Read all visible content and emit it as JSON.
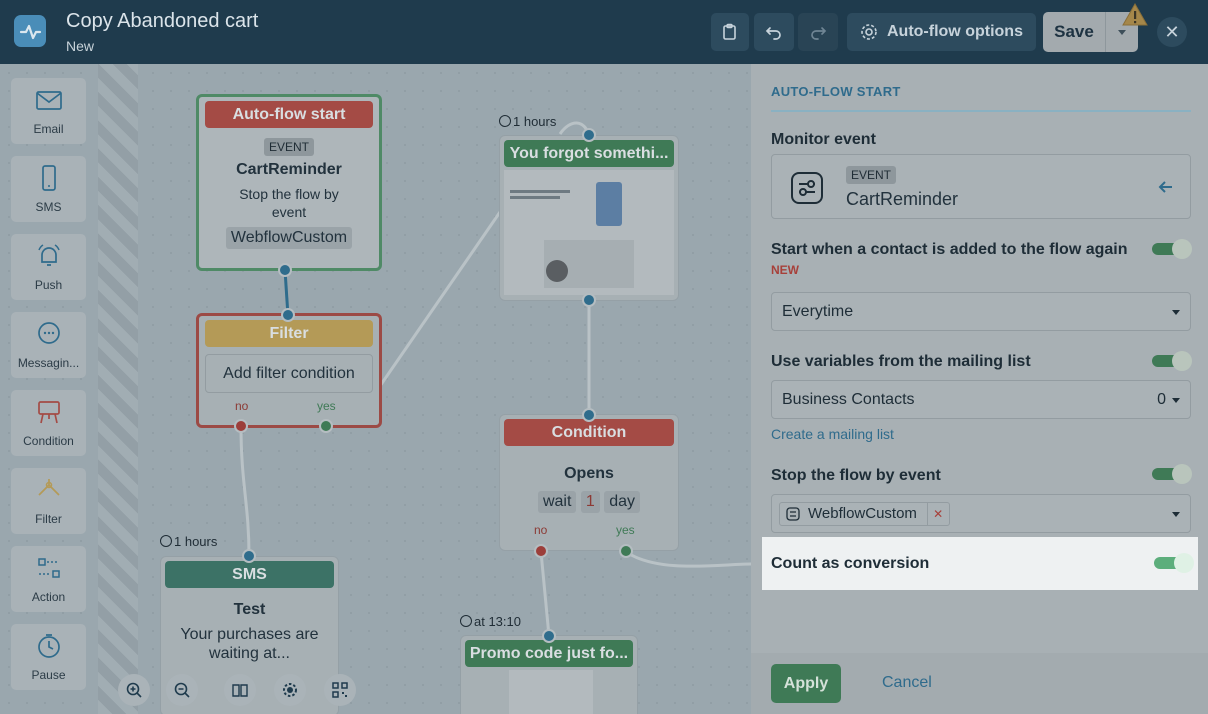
{
  "header": {
    "title": "Copy Abandoned cart",
    "subtitle": "New",
    "autoflow_options_label": "Auto-flow options",
    "save_label": "Save"
  },
  "toolbox": [
    {
      "label": "Email",
      "icon": "email-icon"
    },
    {
      "label": "SMS",
      "icon": "phone-icon"
    },
    {
      "label": "Push",
      "icon": "bell-icon"
    },
    {
      "label": "Messagin...",
      "icon": "chat-icon"
    },
    {
      "label": "Condition",
      "icon": "condition-icon"
    },
    {
      "label": "Filter",
      "icon": "filter-icon"
    },
    {
      "label": "Action",
      "icon": "action-icon"
    },
    {
      "label": "Pause",
      "icon": "clock-icon"
    }
  ],
  "nodes": {
    "start": {
      "title": "Auto-flow start",
      "badge": "EVENT",
      "event": "CartReminder",
      "desc": "Stop the flow by event",
      "tag": "WebflowCustom"
    },
    "filter": {
      "title": "Filter",
      "button": "Add filter condition",
      "no": "no",
      "yes": "yes"
    },
    "email1": {
      "timer": "1 hours",
      "title": "You forgot somethi..."
    },
    "condition": {
      "title": "Condition",
      "metric": "Opens",
      "wait": "wait",
      "count": "1",
      "unit": "day",
      "no": "no",
      "yes": "yes"
    },
    "sms": {
      "timer": "1 hours",
      "title": "SMS",
      "name": "Test",
      "text": "Your purchases are waiting at..."
    },
    "promo": {
      "timer": "at 13:10",
      "title": "Promo code just fo..."
    }
  },
  "panel": {
    "section_title": "AUTO-FLOW START",
    "monitor_label": "Monitor event",
    "monitor_badge": "EVENT",
    "monitor_value": "CartReminder",
    "readd_label": "Start when a contact is added to the flow again",
    "new_badge": "NEW",
    "readd_value": "Everytime",
    "variables_label": "Use variables from the mailing list",
    "list_value": "Business Contacts",
    "list_count": "0",
    "create_list_link": "Create a mailing list",
    "stop_label": "Stop the flow by event",
    "stop_value": "WebflowCustom",
    "conversion_label": "Count as conversion",
    "apply_label": "Apply",
    "cancel_label": "Cancel"
  },
  "colors": {
    "header_bg": "#1f3b4d",
    "accent": "#2f6b8c",
    "green": "#3f7a56",
    "red": "#a44b45"
  }
}
